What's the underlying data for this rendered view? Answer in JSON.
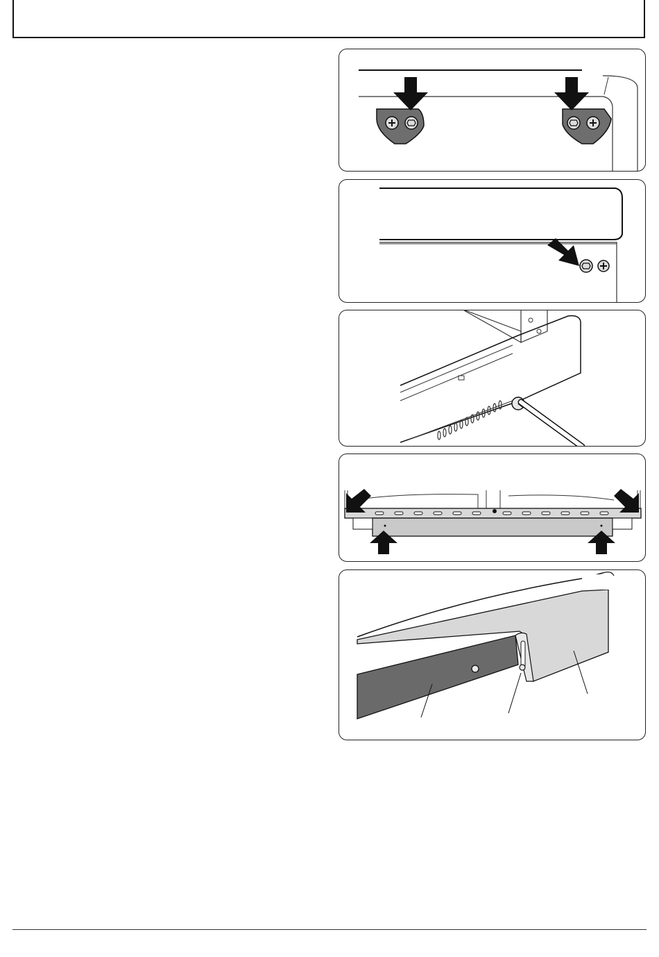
{
  "header": {
    "title": ""
  },
  "body_text": {
    "content": ""
  },
  "figures": [
    {
      "id": "fig1",
      "description_icons": [
        "down-arrow-icon",
        "screw-icon",
        "bracket-icon"
      ]
    },
    {
      "id": "fig2",
      "description_icons": [
        "diagonal-arrow-icon",
        "screw-icon"
      ]
    },
    {
      "id": "fig3",
      "description_icons": [
        "screwdriver-icon",
        "screw-icon"
      ]
    },
    {
      "id": "fig4",
      "description_icons": [
        "diagonal-arrow-icon",
        "up-arrow-icon",
        "rail-icon"
      ]
    },
    {
      "id": "fig5",
      "description_icons": [
        "screw-icon",
        "panel-icon"
      ]
    }
  ],
  "footer": {
    "page_number": ""
  },
  "colors": {
    "border": "#222222",
    "bracket_fill": "#6e6e6e",
    "panel_light": "#d8d8d8",
    "panel_dark": "#6a6a6a",
    "rail_fill": "#c9c9c9"
  }
}
